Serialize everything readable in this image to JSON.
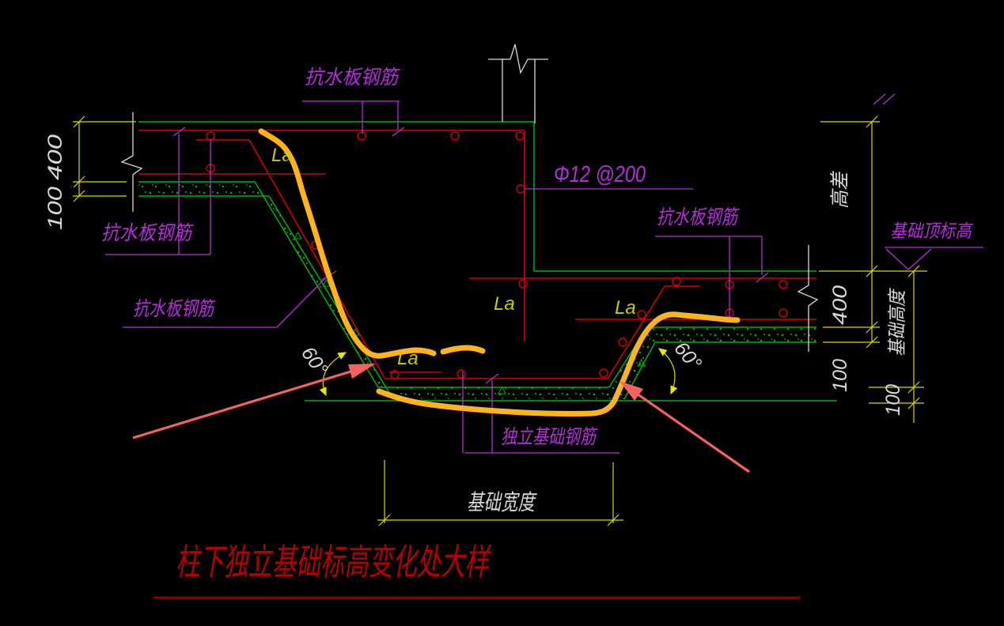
{
  "title": {
    "text": "柱下独立基础标高变化处大样"
  },
  "labels": {
    "waterproof_rebar": "抗水板钢筋",
    "rebar_spec": "Φ12 @200",
    "foundation_rebar": "独立基础钢筋",
    "foundation_top_level": "基础顶标高",
    "foundation_width": "基础宽度",
    "foundation_height": "基础高度",
    "height_diff": "高差",
    "anchorage_length": "La",
    "slope_angle": "60°"
  },
  "dimensions": {
    "slab_thickness": "400",
    "cushion_thickness": "100"
  },
  "colors": {
    "background": "#000000",
    "concrete_outline_green": "#00b400",
    "rebar_red": "#d40000",
    "dimension_yellow": "#d9d900",
    "label_purple": "#b32fd9",
    "dim_text_white": "#d9d9d9",
    "highlight_marker_amber": "#ffb41e",
    "annotation_arrow_salmon": "#f4625f",
    "title_red": "#b40000"
  }
}
